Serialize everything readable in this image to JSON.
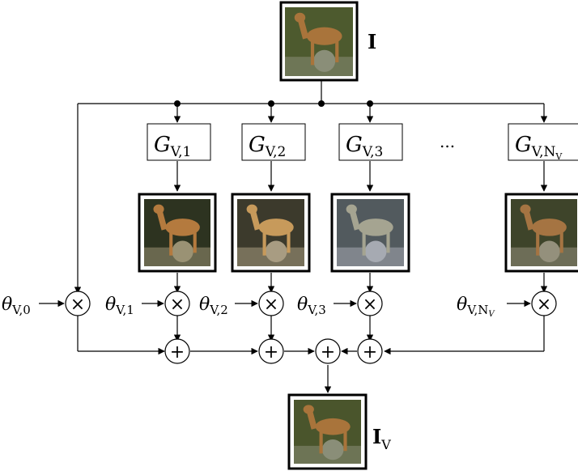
{
  "input": {
    "symbol": "I"
  },
  "output": {
    "symbol": "I",
    "subscript": "V"
  },
  "filters": [
    {
      "main": "G",
      "sub": "V,1",
      "subsub": ""
    },
    {
      "main": "G",
      "sub": "V,2",
      "subsub": ""
    },
    {
      "main": "G",
      "sub": "V,3",
      "subsub": ""
    },
    {
      "main": "G",
      "sub": "V,N",
      "subsub": "V"
    }
  ],
  "ellipsis": "...",
  "weights": [
    {
      "main": "θ",
      "sub": "V,0",
      "subsub": ""
    },
    {
      "main": "θ",
      "sub": "V,1",
      "subsub": ""
    },
    {
      "main": "θ",
      "sub": "V,2",
      "subsub": ""
    },
    {
      "main": "θ",
      "sub": "V,3",
      "subsub": ""
    },
    {
      "main": "θ",
      "sub": "V,N",
      "subsub": "V"
    }
  ],
  "operators": {
    "multiply": "×",
    "add": "+"
  },
  "images": {
    "original": {
      "bg": "#4d5a2e",
      "animal": "#a9743b",
      "rock": "#8a8e78"
    },
    "filtered": [
      {
        "bg": "#2d3320",
        "animal": "#b47a3e",
        "rock": "#9a9274"
      },
      {
        "bg": "#3c3a2c",
        "animal": "#c79a5b",
        "rock": "#a89c82"
      },
      {
        "bg": "#525a5e",
        "animal": "#a5a491",
        "rock": "#a6aab2"
      },
      {
        "bg": "#3e442a",
        "animal": "#a57442",
        "rock": "#94907c"
      }
    ],
    "output": {
      "bg": "#4a552c",
      "animal": "#a9743b",
      "rock": "#8a8e78"
    }
  }
}
